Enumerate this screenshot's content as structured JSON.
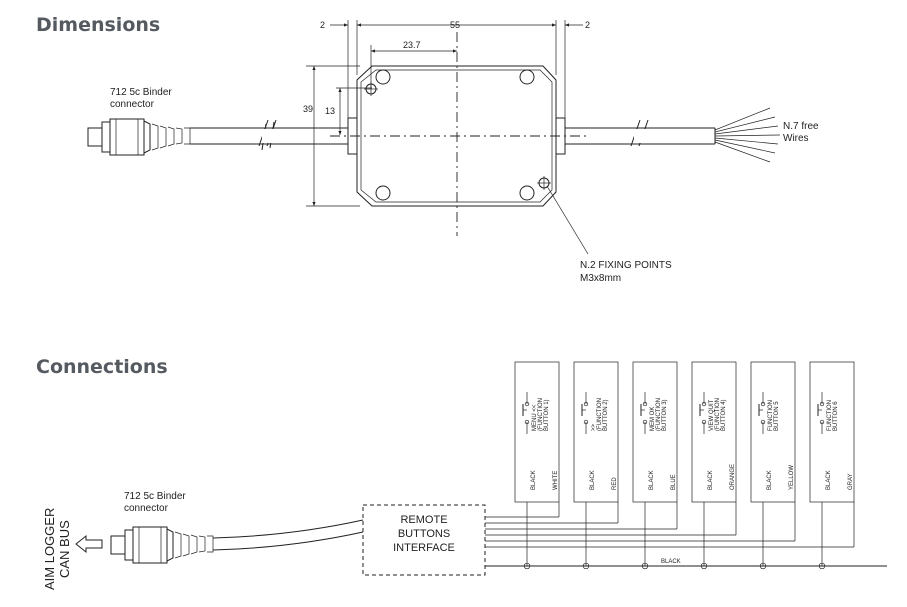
{
  "headings": {
    "dimensions": "Dimensions",
    "connections": "Connections"
  },
  "dimensions": {
    "dim_left": "2",
    "dim_width": "55",
    "dim_right": "2",
    "dim_hole": "23.7",
    "dim_height": "39",
    "dim_half": "13",
    "connector_line1": "712 5c Binder",
    "connector_line2": "connector",
    "wires_line1": "N.7 free",
    "wires_line2": "Wires",
    "fixing_line1": "N.2 FIXING POINTS",
    "fixing_line2": "M3x8mm"
  },
  "connections": {
    "connector_line1": "712 5c Binder",
    "connector_line2": "connector",
    "bus_line1": "AIM LOGGER",
    "bus_line2": "CAN BUS",
    "interface_line1": "REMOTE",
    "interface_line2": "BUTTONS",
    "interface_line3": "INTERFACE",
    "common_wire": "BLACK",
    "buttons": [
      {
        "line1": "MENU <<",
        "line2": "(FUNCTION",
        "line3": "BUTTON 1)",
        "wire_a": "BLACK",
        "wire_b": "WHITE"
      },
      {
        "line1": ">>",
        "line2": "(FUNCTION",
        "line3": "BUTTON 2)",
        "wire_a": "BLACK",
        "wire_b": "RED"
      },
      {
        "line1": "MEM OK",
        "line2": "(FUNCTION",
        "line3": "BUTTON 3)",
        "wire_a": "BLACK",
        "wire_b": "BLUE"
      },
      {
        "line1": "VIEW QUIT",
        "line2": "(FUNCTION",
        "line3": "BUTTON 4)",
        "wire_a": "BLACK",
        "wire_b": "ORANGE"
      },
      {
        "line1": "FUNCTION",
        "line2": "BUTTON 5",
        "line3": "",
        "wire_a": "BLACK",
        "wire_b": "YELLOW"
      },
      {
        "line1": "FUNCTION",
        "line2": "BUTTON 6",
        "line3": "",
        "wire_a": "BLACK",
        "wire_b": "GRAY"
      }
    ]
  }
}
